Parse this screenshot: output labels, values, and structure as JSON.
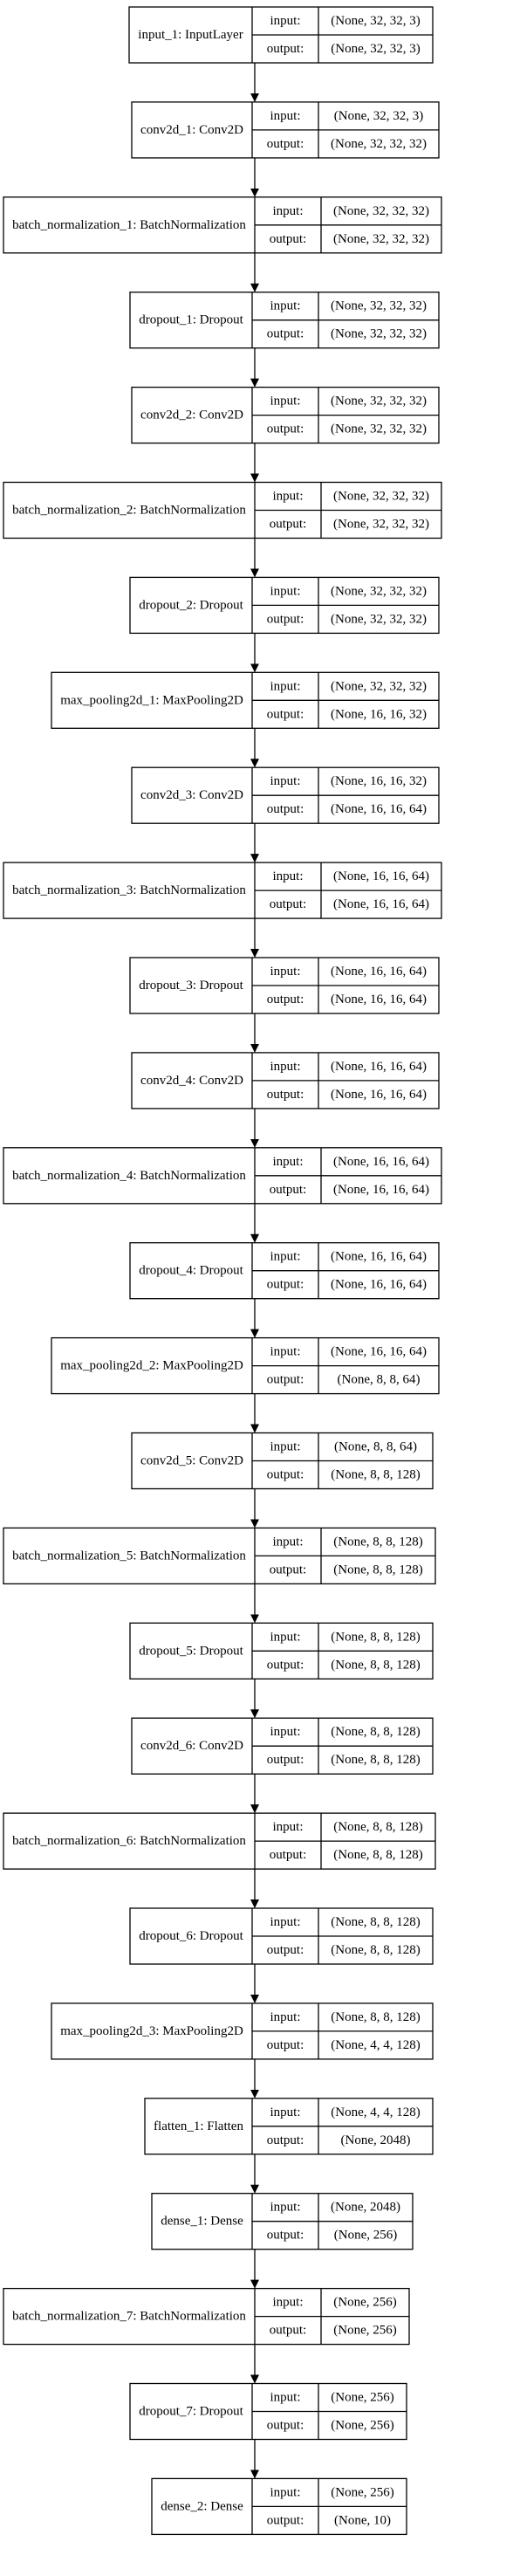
{
  "layers": [
    {
      "name": "input_1: InputLayer",
      "input": "(None, 32, 32, 3)",
      "output": "(None, 32, 32, 3)"
    },
    {
      "name": "conv2d_1: Conv2D",
      "input": "(None, 32, 32, 3)",
      "output": "(None, 32, 32, 32)"
    },
    {
      "name": "batch_normalization_1: BatchNormalization",
      "input": "(None, 32, 32, 32)",
      "output": "(None, 32, 32, 32)"
    },
    {
      "name": "dropout_1: Dropout",
      "input": "(None, 32, 32, 32)",
      "output": "(None, 32, 32, 32)"
    },
    {
      "name": "conv2d_2: Conv2D",
      "input": "(None, 32, 32, 32)",
      "output": "(None, 32, 32, 32)"
    },
    {
      "name": "batch_normalization_2: BatchNormalization",
      "input": "(None, 32, 32, 32)",
      "output": "(None, 32, 32, 32)"
    },
    {
      "name": "dropout_2: Dropout",
      "input": "(None, 32, 32, 32)",
      "output": "(None, 32, 32, 32)"
    },
    {
      "name": "max_pooling2d_1: MaxPooling2D",
      "input": "(None, 32, 32, 32)",
      "output": "(None, 16, 16, 32)"
    },
    {
      "name": "conv2d_3: Conv2D",
      "input": "(None, 16, 16, 32)",
      "output": "(None, 16, 16, 64)"
    },
    {
      "name": "batch_normalization_3: BatchNormalization",
      "input": "(None, 16, 16, 64)",
      "output": "(None, 16, 16, 64)"
    },
    {
      "name": "dropout_3: Dropout",
      "input": "(None, 16, 16, 64)",
      "output": "(None, 16, 16, 64)"
    },
    {
      "name": "conv2d_4: Conv2D",
      "input": "(None, 16, 16, 64)",
      "output": "(None, 16, 16, 64)"
    },
    {
      "name": "batch_normalization_4: BatchNormalization",
      "input": "(None, 16, 16, 64)",
      "output": "(None, 16, 16, 64)"
    },
    {
      "name": "dropout_4: Dropout",
      "input": "(None, 16, 16, 64)",
      "output": "(None, 16, 16, 64)"
    },
    {
      "name": "max_pooling2d_2: MaxPooling2D",
      "input": "(None, 16, 16, 64)",
      "output": "(None, 8, 8, 64)"
    },
    {
      "name": "conv2d_5: Conv2D",
      "input": "(None, 8, 8, 64)",
      "output": "(None, 8, 8, 128)"
    },
    {
      "name": "batch_normalization_5: BatchNormalization",
      "input": "(None, 8, 8, 128)",
      "output": "(None, 8, 8, 128)"
    },
    {
      "name": "dropout_5: Dropout",
      "input": "(None, 8, 8, 128)",
      "output": "(None, 8, 8, 128)"
    },
    {
      "name": "conv2d_6: Conv2D",
      "input": "(None, 8, 8, 128)",
      "output": "(None, 8, 8, 128)"
    },
    {
      "name": "batch_normalization_6: BatchNormalization",
      "input": "(None, 8, 8, 128)",
      "output": "(None, 8, 8, 128)"
    },
    {
      "name": "dropout_6: Dropout",
      "input": "(None, 8, 8, 128)",
      "output": "(None, 8, 8, 128)"
    },
    {
      "name": "max_pooling2d_3: MaxPooling2D",
      "input": "(None, 8, 8, 128)",
      "output": "(None, 4, 4, 128)"
    },
    {
      "name": "flatten_1: Flatten",
      "input": "(None, 4, 4, 128)",
      "output": "(None, 2048)"
    },
    {
      "name": "dense_1: Dense",
      "input": "(None, 2048)",
      "output": "(None, 256)"
    },
    {
      "name": "batch_normalization_7: BatchNormalization",
      "input": "(None, 256)",
      "output": "(None, 256)"
    },
    {
      "name": "dropout_7: Dropout",
      "input": "(None, 256)",
      "output": "(None, 256)"
    },
    {
      "name": "dense_2: Dense",
      "input": "(None, 256)",
      "output": "(None, 10)"
    }
  ],
  "port_labels": {
    "input": "input:",
    "output": "output:"
  }
}
